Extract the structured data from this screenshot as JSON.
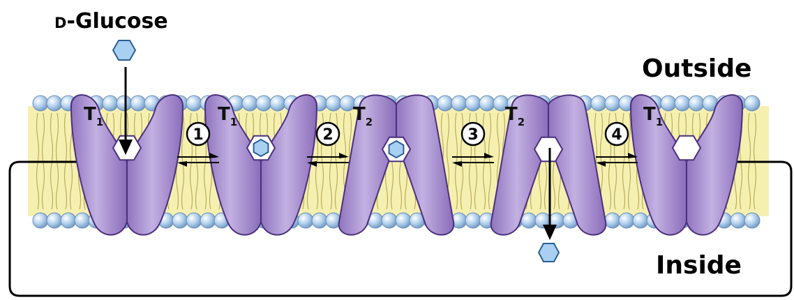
{
  "labels": {
    "substrate_prefix": "D",
    "substrate_name": "-Glucose",
    "outside": "Outside",
    "inside": "Inside"
  },
  "transporters": [
    {
      "letter": "T",
      "sub": "1"
    },
    {
      "letter": "T",
      "sub": "1"
    },
    {
      "letter": "T",
      "sub": "2"
    },
    {
      "letter": "T",
      "sub": "2"
    },
    {
      "letter": "T",
      "sub": "1"
    }
  ],
  "steps": [
    "1",
    "2",
    "3",
    "4"
  ],
  "colors": {
    "transporter_fill": "#a78fce",
    "transporter_stroke": "#4b2f7d",
    "membrane_fill": "#f6f0b0",
    "lipid_head": "#b6d3ee",
    "glucose_fill": "#a9d0f1",
    "glucose_stroke": "#2c5e94"
  },
  "icons": {
    "glucose": "hexagon-icon",
    "equilibrium": "equilibrium-arrows-icon"
  }
}
